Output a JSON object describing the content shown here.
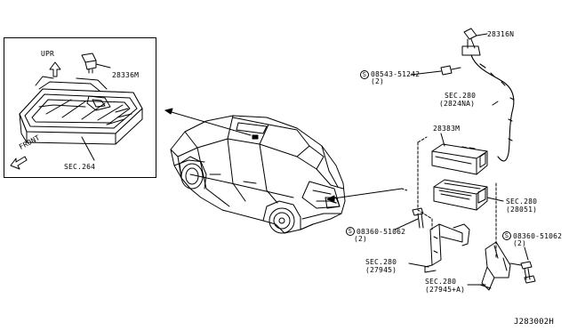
{
  "labels": {
    "upr": "UPR",
    "front": "FRONT",
    "inset_lamp_part": "28336M",
    "inset_sec": "SEC.264",
    "antenna_part": "28316N",
    "screw_top": "08543-51242",
    "screw_top_qty": "(2)",
    "sec280_a": "SEC.280",
    "sec280_a_ref": "(2824NA)",
    "module_part": "28383M",
    "sec280_b": "SEC.280",
    "sec280_b_ref": "(28051)",
    "screw_left": "08360-51062",
    "screw_left_qty": "(2)",
    "screw_right": "08360-51062",
    "screw_right_qty": "(2)",
    "sec280_c": "SEC.280",
    "sec280_c_ref": "(27945)",
    "sec280_d": "SEC.280",
    "sec280_d_ref": "(27945+A)",
    "diagram_code": "J283002H"
  },
  "symbols": {
    "screw_symbol": "S"
  },
  "icons": [
    "up-arrow-icon",
    "front-arrow-icon",
    "screw-symbol-icon"
  ]
}
